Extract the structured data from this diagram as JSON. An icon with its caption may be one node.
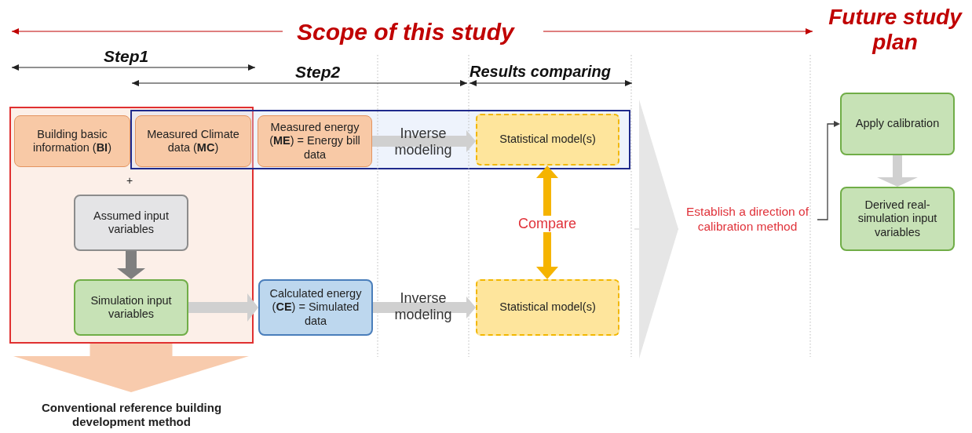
{
  "diagram": {
    "nodes": [
      {
        "text": [],
        "shape": "box"
      },
      {
        "text": [],
        "shape": "box"
      },
      {
        "text": [
          "Building basic information (**BI**)"
        ],
        "in": 0
      },
      {
        "text": [
          "Measured Climate data (**MC**)"
        ]
      },
      {
        "text": [
          "Measured energy (**ME**) = Energy bill data"
        ],
        "in": 1
      },
      {
        "text": [
          "Statistical model(s)"
        ],
        "in": 1
      },
      {
        "text": [
          "Assumed input variables"
        ],
        "in": 0
      },
      {
        "text": [
          "Simulation input variables"
        ],
        "in": 0
      },
      {
        "text": [
          "Calculated energy (**CE**) = Simulated data"
        ]
      },
      {
        "text": [
          "Statistical model(s)"
        ]
      },
      {
        "text": [
          "Conventional reference building development method"
        ]
      },
      {
        "text": [
          "Establish a direction of calibration method"
        ]
      },
      {
        "text": [
          "Apply calibration"
        ]
      },
      {
        "text": [
          "Derived real-simulation input variables"
        ]
      }
    ],
    "edges": [
      {
        "from": 4,
        "to": 5,
        "arrow": "to",
        "label": "Inverse modeling"
      },
      {
        "from": 8,
        "to": 9,
        "arrow": "to",
        "label": "Inverse modeling"
      },
      {
        "from": 6,
        "to": 7,
        "arrow": "to",
        "color": "#7f7f7f"
      },
      {
        "from": 7,
        "to": 8,
        "arrow": "to"
      },
      {
        "from": 5,
        "to": 9,
        "arrow": "both",
        "label": "Compare",
        "color": "#f5b400"
      },
      {
        "from": 0,
        "to": 10,
        "arrow": "to",
        "style": "thick",
        "color": "#f8cbad"
      },
      {
        "from": null,
        "to": 11,
        "arrow": "to",
        "color": "#e6e6e6"
      },
      {
        "from": 11,
        "to": 12,
        "arrow": "to",
        "color": "#404040"
      },
      {
        "from": 12,
        "to": 13,
        "arrow": "to"
      }
    ],
    "labels": [
      "Scope of this study",
      "Future study plan",
      "Step1",
      "Step2",
      "Results comparing",
      "+"
    ]
  }
}
